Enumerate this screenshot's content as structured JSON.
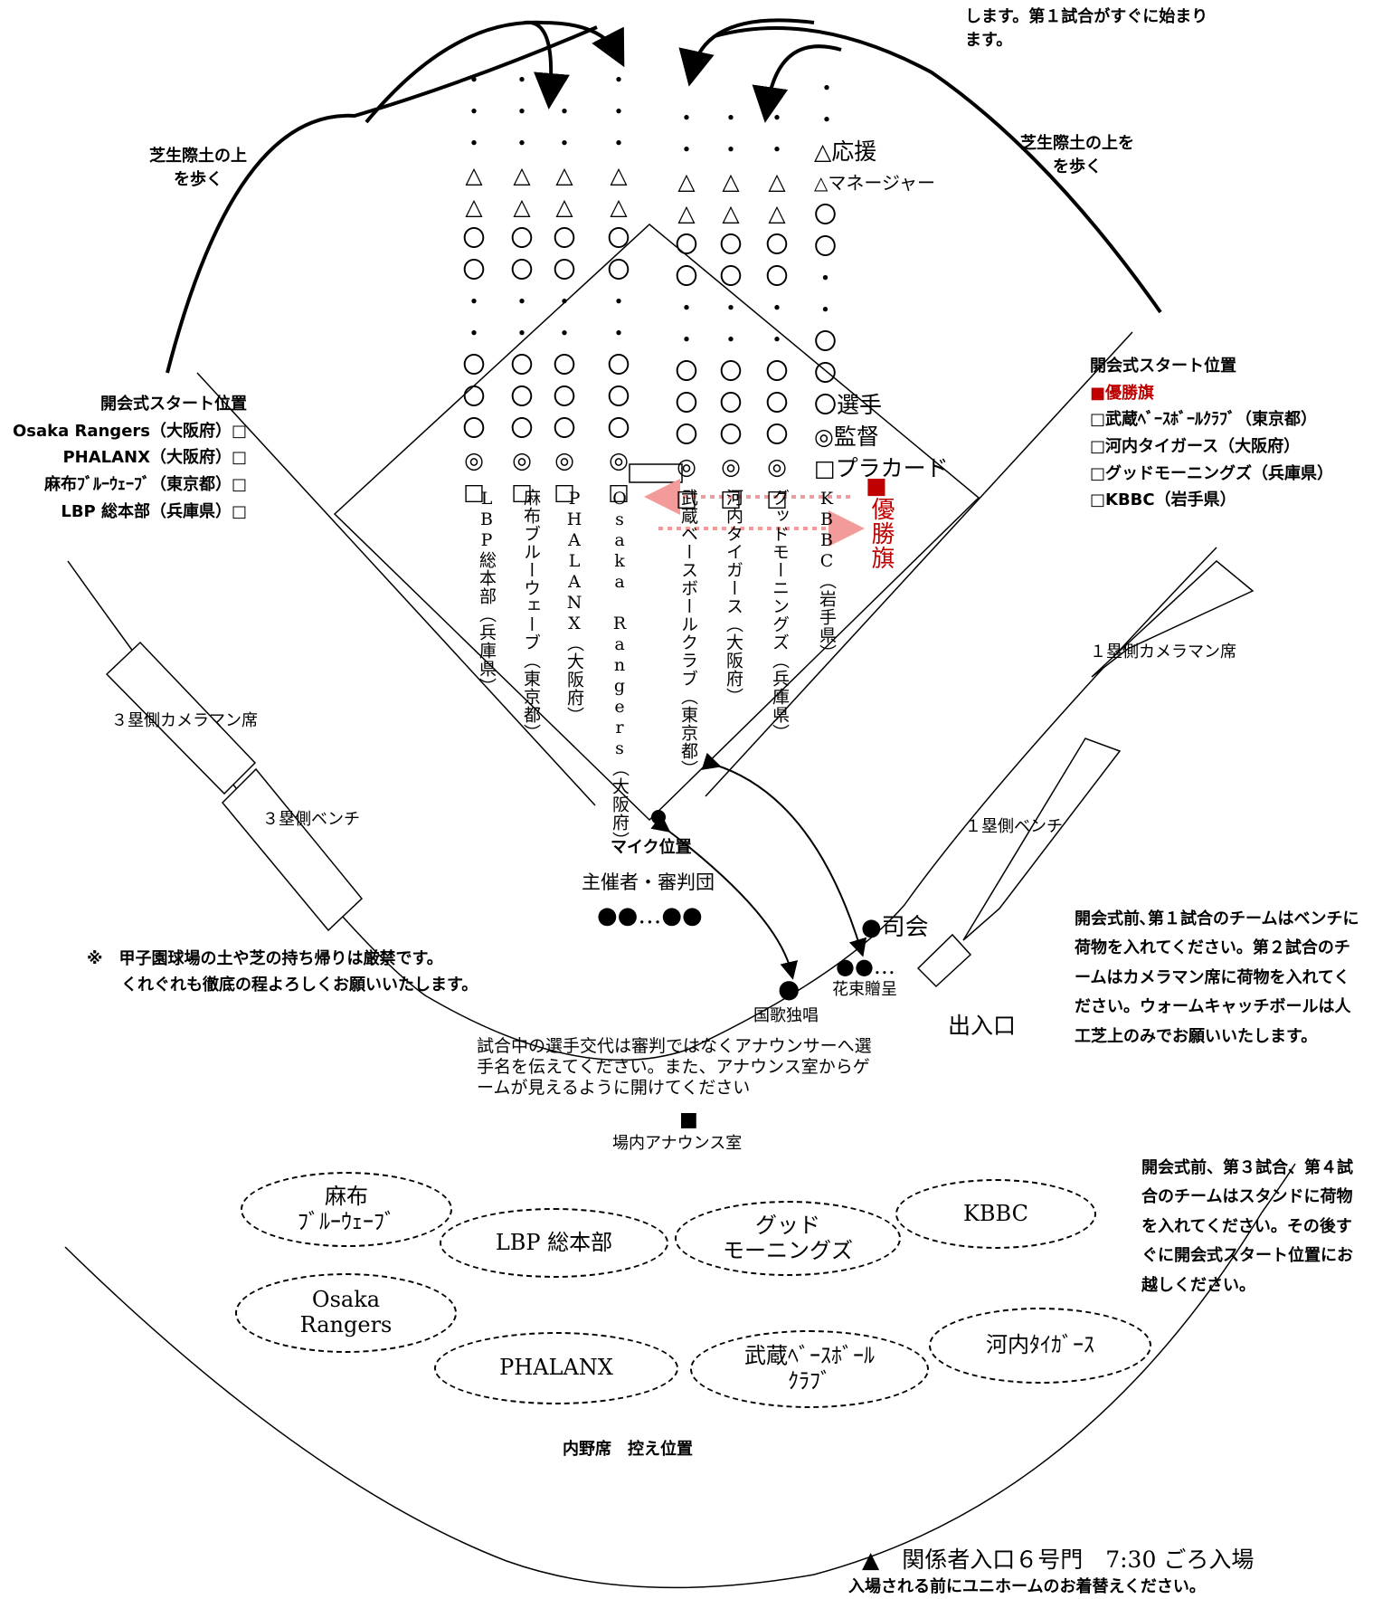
{
  "top_notice": [
    "します。第１試合がすぐに始まり",
    "ます。"
  ],
  "turf_left": [
    "芝生際土の上",
    "を歩く"
  ],
  "turf_right": [
    "芝生際土の上を",
    "を歩く"
  ],
  "legend": {
    "cheer": "△応援",
    "manager_staff": "△マネージャー",
    "player_top": "〇",
    "player": "〇選手",
    "coach": "◎監督",
    "placard": "□プラカード",
    "flag_mark": "■",
    "flag_label": "優勝旗"
  },
  "columns": [
    {
      "id": "lbp",
      "symbols": [
        "・",
        "・",
        "・",
        "△",
        "△",
        "〇",
        "〇",
        "・",
        "・",
        "〇",
        "〇",
        "〇",
        "◎",
        "□"
      ],
      "team": "LBP総本部（兵庫県）"
    },
    {
      "id": "azabu",
      "symbols": [
        "・",
        "・",
        "・",
        "△",
        "△",
        "〇",
        "〇",
        "・",
        "・",
        "〇",
        "〇",
        "〇",
        "◎",
        "□"
      ],
      "team": "麻布ブルーウェーブ（東京都）"
    },
    {
      "id": "phalanx",
      "symbols": [
        "・",
        "・",
        "・",
        "△",
        "△",
        "〇",
        "〇",
        "・",
        "・",
        "〇",
        "〇",
        "〇",
        "◎",
        "□"
      ],
      "team": "PHALANX（大阪府）"
    },
    {
      "id": "osaka",
      "symbols": [
        "・",
        "・",
        "・",
        "△",
        "△",
        "〇",
        "〇",
        "・",
        "・",
        "〇",
        "〇",
        "〇",
        "◎",
        "□"
      ],
      "team": "Osaka Rangers（大阪府）"
    },
    {
      "id": "musashi",
      "symbols": [
        "・",
        "・",
        "△",
        "△",
        "〇",
        "〇",
        "・",
        "・",
        "〇",
        "〇",
        "〇",
        "◎",
        "□"
      ],
      "team": "武蔵ベースボールクラブ（東京都）"
    },
    {
      "id": "kawachi",
      "symbols": [
        "・",
        "・",
        "△",
        "△",
        "〇",
        "〇",
        "・",
        "・",
        "〇",
        "〇",
        "〇",
        "◎",
        "□"
      ],
      "team": "河内タイガース（大阪府）"
    },
    {
      "id": "goodmorning",
      "symbols": [
        "・",
        "・",
        "△",
        "△",
        "〇",
        "〇",
        "・",
        "・",
        "〇",
        "〇",
        "〇",
        "◎",
        "□"
      ],
      "team": "グッドモーニングズ（兵庫県）"
    },
    {
      "id": "kbbc",
      "symbols": [
        "・",
        "・"
      ],
      "team": "KBBC（岩手県）"
    }
  ],
  "left_start": {
    "title": "開会式スタート位置",
    "items": [
      "Osaka Rangers（大阪府）□",
      "PHALANX（大阪府）□",
      "麻布ﾌﾞﾙｰｳｪｰﾌﾞ（東京都）□",
      "LBP 総本部（兵庫県）□"
    ]
  },
  "right_start": {
    "title": "開会式スタート位置",
    "flag": "■優勝旗",
    "items": [
      "□武蔵ﾍﾞｰｽﾎﾞｰﾙｸﾗﾌﾞ（東京都）",
      "□河内タイガース（大阪府）",
      "□グッドモーニングズ（兵庫県）",
      "□KBBC（岩手県）"
    ]
  },
  "field_labels": {
    "first_camera": "１塁側カメラマン席",
    "third_camera": "３塁側カメラマン席",
    "first_bench": "１塁側ベンチ",
    "third_bench": "３塁側ベンチ",
    "mic": "マイク位置",
    "organizers": "主催者・審判団",
    "organizers_dots": "●●…●●",
    "mc": "●司会",
    "bouquet_dots": "●●…",
    "bouquet": "花束贈呈",
    "anthem": "国歌独唱",
    "exit": "出入口",
    "announce_room": "場内アナウンス室",
    "announce_mark": "■"
  },
  "notice_left": [
    "※　甲子園球場の土や芝の持ち帰りは厳禁です。",
    "くれぐれも徹底の程よろしくお願いいたします。"
  ],
  "announcer_note": "試合中の選手交代は審判ではなくアナウンサーへ選手名を伝えてください。また、アナウンス室からゲームが見えるように開けてください",
  "notice_right1": "開会式前､第１試合のチームはベンチに荷物を入れてください。第２試合のチームはカメラマン席に荷物を入れてください。ウォームキャッチボールは人工芝上のみでお願いいたします。",
  "notice_right2": "開会式前、第３試合、第４試合のチームはスタンドに荷物を入れてください。その後すぐに開会式スタート位置にお越しください。",
  "stands": [
    {
      "id": "azabu",
      "label": "麻布\nﾌﾞﾙｰｳｪｰﾌﾞ"
    },
    {
      "id": "lbp",
      "label": "LBP 総本部"
    },
    {
      "id": "good",
      "label": "グッド\nモーニングズ"
    },
    {
      "id": "kbbc",
      "label": "KBBC"
    },
    {
      "id": "osaka",
      "label": "Osaka\nRangers"
    },
    {
      "id": "phalanx",
      "label": "PHALANX"
    },
    {
      "id": "musashi",
      "label": "武蔵ﾍﾞｰｽﾎﾞｰﾙ\nｸﾗﾌﾞ"
    },
    {
      "id": "kawachi",
      "label": "河内ﾀｲｶﾞｰｽ"
    }
  ],
  "infield_label": "内野席　控え位置",
  "gate": "▲　関係者入口６号門　7:30 ごろ入場",
  "gate_sub": "入場される前にユニホームのお着替えください。"
}
